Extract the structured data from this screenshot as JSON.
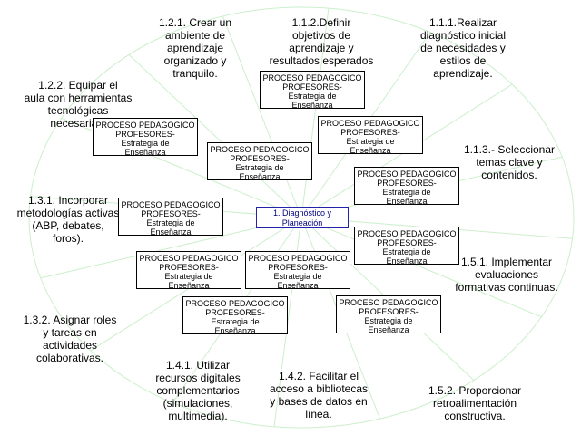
{
  "center": {
    "label": "1. Diagnóstico y Planeación"
  },
  "box_text": {
    "line1": "PROCESO PEDAGOGICO",
    "line2": "PROFESORES-",
    "line3": "Estrategia de",
    "line4": "Enseñanza"
  },
  "labels": {
    "l_121": "1.2.1. Crear un\nambiente de\naprendizaje\norganizado y\ntranquilo.",
    "l_112": "1.1.2.Definir\nobjetivos de\naprendizaje y\nresultados esperados",
    "l_111": "1.1.1.Realizar\ndiagnóstico inicial\nde necesidades y\nestilos de\naprendizaje.",
    "l_122": "1.2.2. Equipar el\naula con herramientas\ntecnológicas\nnecesarias.",
    "l_113": "1.1.3.- Seleccionar\ntemas clave y\ncontenidos.",
    "l_131": "1.3.1. Incorporar\nmetodologías activas\n(ABP, debates,\nforos).",
    "l_151": "1.5.1. Implementar\nevaluaciones\nformativas continuas.",
    "l_132": "1.3.2. Asignar roles\ny tareas en\nactividades\ncolaborativas.",
    "l_141": "1.4.1. Utilizar\nrecursos digitales\ncomplementarios\n(simulaciones,\nmultimedia).",
    "l_142": "1.4.2. Facilitar el\nacceso a bibliotecas\ny bases de datos en\nlínea.",
    "l_152": "1.5.2. Proporcionar\nretroalimentación\nconstructiva."
  },
  "colors": {
    "wheel": "#ccefcc",
    "center_border": "#2222aa"
  }
}
